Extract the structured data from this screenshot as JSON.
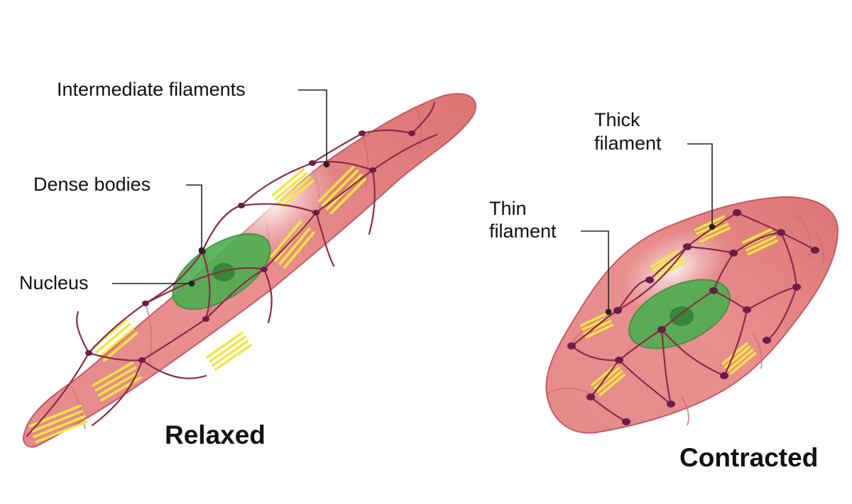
{
  "labels": {
    "intermediate_filaments": "Intermediate filaments",
    "dense_bodies": "Dense bodies",
    "nucleus": "Nucleus",
    "thick_filament_line1": "Thick",
    "thick_filament_line2": "filament",
    "thin_filament_line1": "Thin",
    "thin_filament_line2": "filament"
  },
  "captions": {
    "relaxed": "Relaxed",
    "contracted": "Contracted"
  },
  "colors": {
    "cell_body": "#e07a7a",
    "cell_edge": "#c85a63",
    "membrane_lines": "#8a2a45",
    "dense_body": "#6b1d4a",
    "nucleus": "#4caf50",
    "nucleolus": "#2e7d32",
    "filament_bundle": "#f5e642",
    "highlight": "#ffffff",
    "text": "#111111"
  }
}
